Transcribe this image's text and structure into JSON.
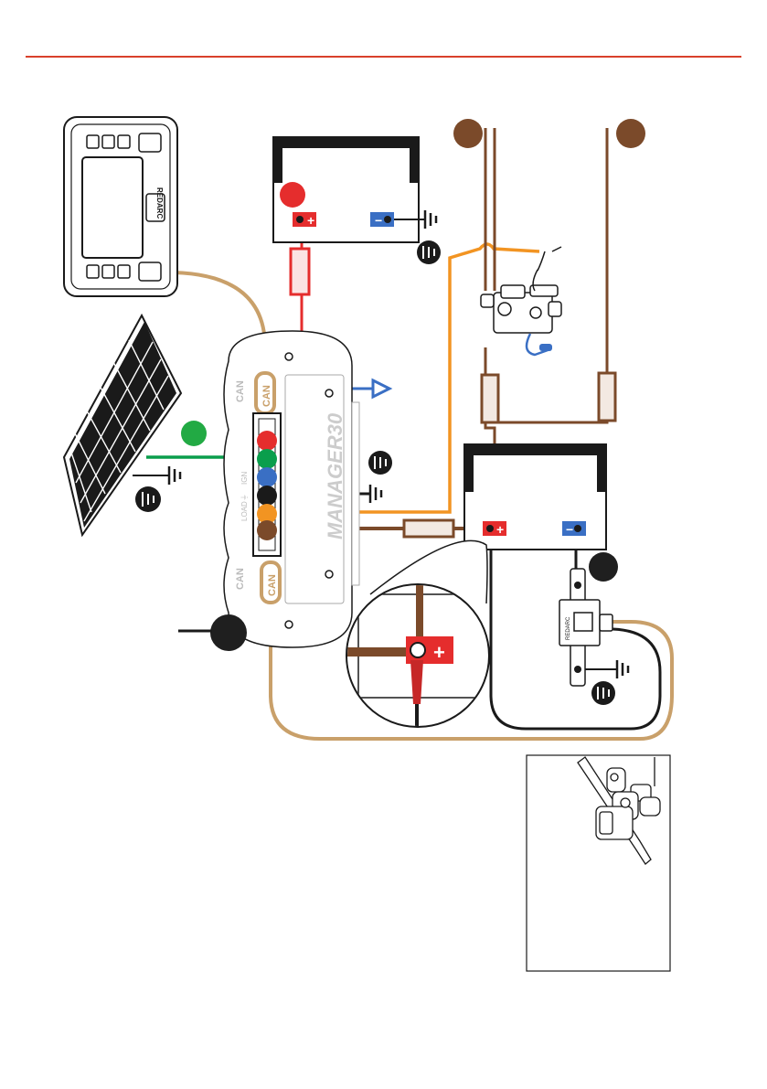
{
  "header": {
    "rule_color": "#d9412b"
  },
  "controller": {
    "can_top": "CAN",
    "can_bottom": "CAN",
    "model_text": "MANAGER30",
    "can_side_top": "CAN",
    "can_side_bottom": "CAN",
    "terminal_labels": [
      "",
      "",
      "IGN",
      "⏚",
      "LOAD",
      ""
    ]
  },
  "display": {
    "brand": "REDARC"
  },
  "batteries": {
    "start_positive": "+",
    "start_negative": "−",
    "aux_positive": "+",
    "aux_negative": "−"
  },
  "fuse_zoom": {
    "positive": "+"
  },
  "shunt": {
    "label": "REDARC"
  },
  "colors": {
    "red": "#e52d2d",
    "green": "#0a9e4c",
    "blue": "#3a6fc4",
    "black": "#1a1a1a",
    "orange": "#f29422",
    "brown": "#7b4a2a",
    "tan": "#c9a06a",
    "circle_brown": "#7b4a2a",
    "circle_green": "#22aa44",
    "circle_red": "#e52d2d",
    "circle_black": "#1f1f1f"
  }
}
